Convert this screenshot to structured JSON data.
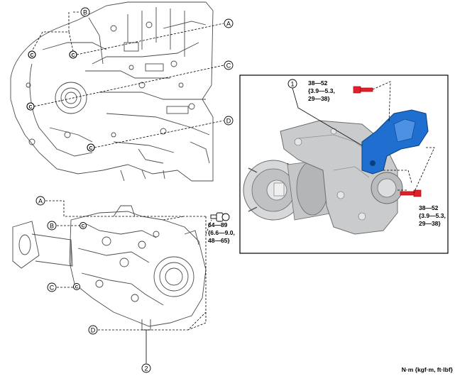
{
  "callouts": {
    "a": "A",
    "b": "B",
    "c": "C",
    "d": "D",
    "part1": "1",
    "part2": "2"
  },
  "torque_specs": {
    "upper_bolt": [
      "38—52",
      "{3.9—5.3,",
      "29—38}"
    ],
    "lower_bolt": [
      "38—52",
      "{3.9—5.3,",
      "29—38}"
    ],
    "main_bolt": [
      "64—89",
      "{6.6—9.0,",
      "48—65}"
    ]
  },
  "units_note": "N·m {kgf·m, ft·lbf}",
  "colors": {
    "line": "#000000",
    "sketch": "#4a4a4a",
    "gray_body": "#c9cbcc",
    "gray_dark": "#8e9193",
    "highlight_blue": "#1e6fd0",
    "highlight_red": "#e3202a",
    "inset_border": "#000000"
  },
  "icons": {
    "bolt_upper": "bolt-icon",
    "bolt_lower": "bolt-icon",
    "bracket": "mounting-bracket"
  }
}
